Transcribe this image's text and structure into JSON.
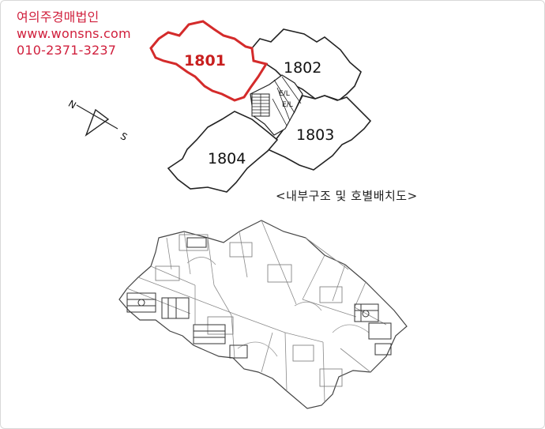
{
  "agency": {
    "name": "여의주경매법인",
    "website": "www.wonsns.com",
    "phone": "010-2371-3237"
  },
  "units": {
    "u1801": "1801",
    "u1802": "1802",
    "u1803": "1803",
    "u1804": "1804",
    "highlighted": "1801"
  },
  "core": {
    "elevator_a": "E/L",
    "elevator_b": "E/L"
  },
  "compass": {
    "north": "N",
    "south": "S"
  },
  "caption": "<내부구조 및 호별배치도>",
  "colors": {
    "accent": "#d01f3c",
    "highlight_outline": "#d42b2b",
    "line": "#222222"
  }
}
